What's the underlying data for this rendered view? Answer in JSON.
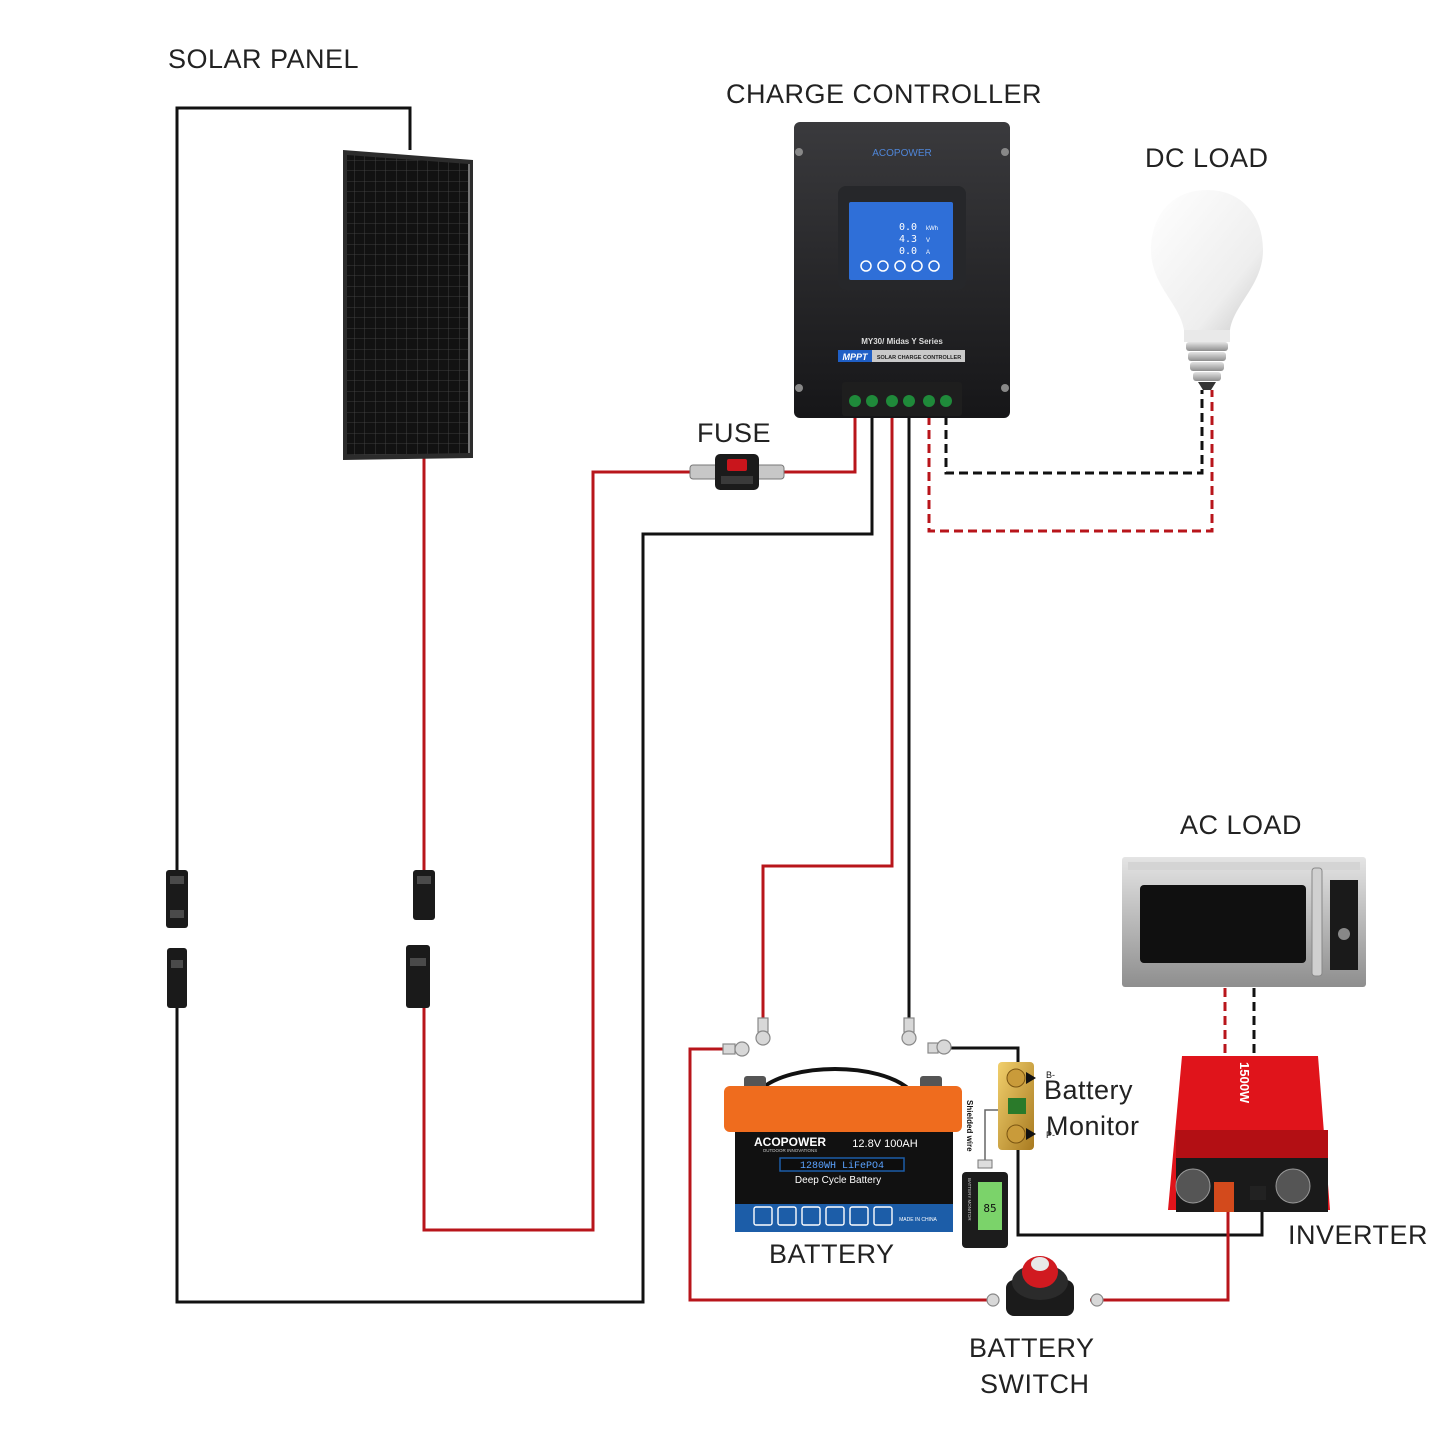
{
  "labels": {
    "solar_panel": "SOLAR PANEL",
    "charge_controller": "CHARGE CONTROLLER",
    "dc_load": "DC LOAD",
    "fuse": "FUSE",
    "ac_load": "AC LOAD",
    "battery_monitor_line1": "Battery",
    "battery_monitor_line2": "Monitor",
    "inverter": "INVERTER",
    "battery": "BATTERY",
    "battery_switch_line1": "BATTERY",
    "battery_switch_line2": "SWITCH"
  },
  "controller": {
    "brand": "ACOPOWER",
    "model": "MY30/ Midas Y Series",
    "badge": "MPPT",
    "badge_caption": "SOLAR CHARGE CONTROLLER",
    "lcd_values": [
      "0.0",
      "4.3",
      "0.0"
    ],
    "lcd_units": [
      "kWh",
      "V",
      "A"
    ]
  },
  "battery_unit": {
    "brand": "ACOPOWER",
    "tagline": "OUTDOOR INNOVATIONS",
    "spec": "12.8V  100AH",
    "chemistry": "1280WH LiFePO4",
    "type": "Deep Cycle Battery",
    "origin": "MADE IN CHINA"
  },
  "monitor_unit": {
    "wire_label": "Shielded wire",
    "shunt_labels": [
      "B-",
      "P-"
    ],
    "display_value": "85",
    "caption": "BATTERY MONITOR"
  },
  "inverter_unit": {
    "side_text": "1500W"
  },
  "colors": {
    "positive_wire": "#b8151b",
    "negative_wire": "#111111",
    "battery_orange": "#ef6c1e",
    "battery_blue": "#1c5da8",
    "lcd_blue": "#2f6fd8",
    "inverter_red": "#e0141b"
  }
}
